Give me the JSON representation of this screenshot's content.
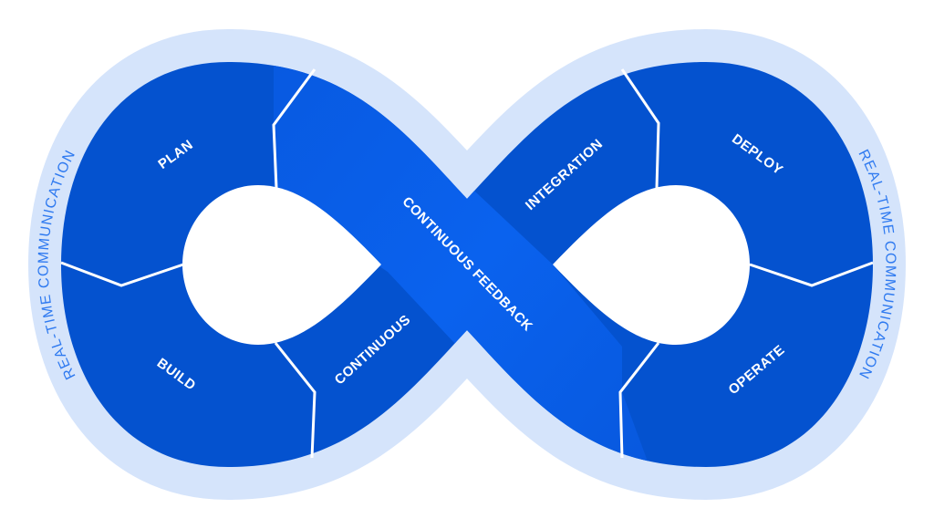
{
  "colors": {
    "outer_ring": "#d5e4fb",
    "stage_fill": "#0452cf",
    "feedback_band": "#0a5fe8",
    "ring_text": "#2f7af0",
    "label_text": "#ffffff"
  },
  "ring": {
    "left_label": "REAL-TIME COMMUNICATION",
    "right_label": "REAL-TIME COMMUNICATION"
  },
  "stages": {
    "plan": "PLAN",
    "build": "BUILD",
    "continuous": "CONTINUOUS",
    "integration": "INTEGRATION",
    "deploy": "DEPLOY",
    "operate": "OPERATE"
  },
  "feedback": "CONTINUOUS FEEDBACK"
}
